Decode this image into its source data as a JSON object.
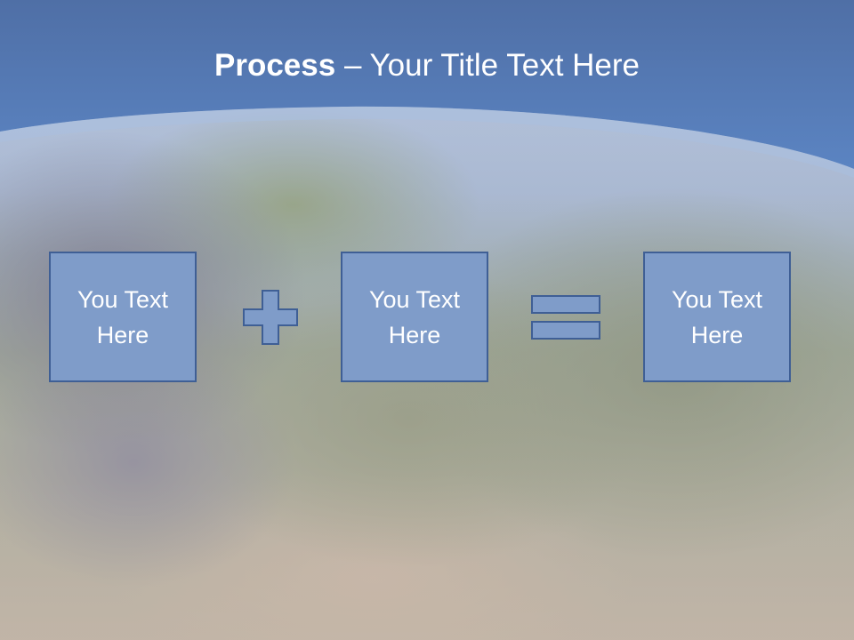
{
  "slide": {
    "title_bold": "Process",
    "title_rest": " – Your Title Text Here",
    "boxes": [
      {
        "label": "You Text Here"
      },
      {
        "label": "You Text Here"
      },
      {
        "label": "You Text Here"
      }
    ],
    "operators": [
      "plus-icon",
      "equals-icon"
    ]
  },
  "colors": {
    "header_blue": "#5a81bd",
    "box_fill": "#7f9cc9",
    "box_border": "#3f5f95",
    "text": "#ffffff"
  }
}
